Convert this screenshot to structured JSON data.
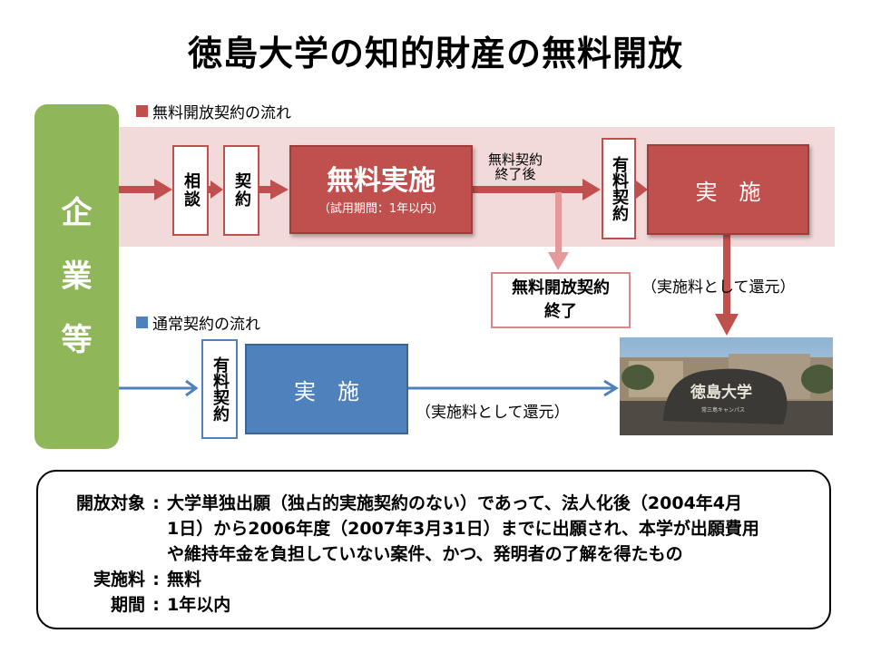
{
  "title": "徳島大学の知的財産の無料開放",
  "free_flow": {
    "label": "無料開放契約の流れ",
    "consult": "相談",
    "contract": "契約",
    "free_impl_main": "無料実施",
    "free_impl_sub": "（試用期間：1年以内）",
    "after_end_line1": "無料契約",
    "after_end_line2": "終了後",
    "paid_contract": "有料契約",
    "impl": "実　施",
    "end_box_line1": "無料開放契約",
    "end_box_line2": "終了",
    "return_note": "（実施料として還元）"
  },
  "normal_flow": {
    "label": "通常契約の流れ",
    "paid_contract": "有料契約",
    "impl": "実　施",
    "return_note": "（実施料として還元）"
  },
  "company": [
    "企",
    "業",
    "等"
  ],
  "photo": {
    "stone_text": "徳島大学",
    "stone_sub": "常三島キャンパス"
  },
  "info": {
    "rows": [
      {
        "key": "開放対象",
        "lines": [
          "大学単独出願（独占的実施契約のない）であって、法人化後（2004年4月",
          "1日）から2006年度（2007年3月31日）までに出願され、本学が出願費用",
          "や維持年金を負担していない案件、かつ、発明者の了解を得たもの"
        ]
      },
      {
        "key": "実施料",
        "lines": [
          "無料"
        ]
      },
      {
        "key": "期間",
        "lines": [
          "1年以内"
        ]
      }
    ]
  },
  "colors": {
    "red": "#c0504d",
    "blue": "#4f81bd",
    "green": "#8fb659",
    "pink_band": "#f2d9da"
  }
}
